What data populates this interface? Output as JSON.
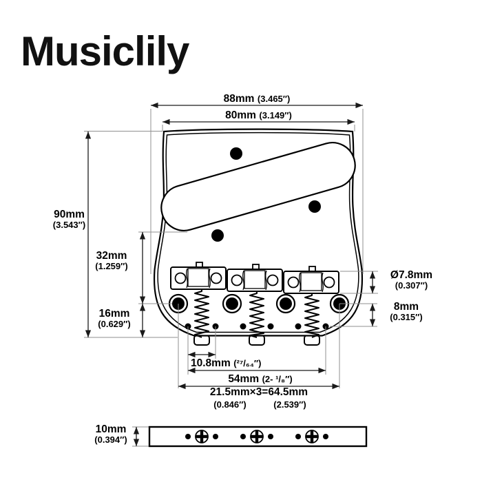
{
  "brand": "Musiclily",
  "colors": {
    "line": "#000000",
    "dimension": "#1a1a1a",
    "extension": "#8f8f8f",
    "background": "#ffffff"
  },
  "dims": {
    "w88": {
      "mm": "88mm",
      "in": "(3.465″)"
    },
    "w80": {
      "mm": "80mm",
      "in": "(3.149″)"
    },
    "h90": {
      "mm": "90mm",
      "in": "(3.543″)"
    },
    "d32": {
      "mm": "32mm",
      "in": "(1.259″)"
    },
    "d16": {
      "mm": "16mm",
      "in": "(0.629″)"
    },
    "d7_8": {
      "mm": "Ø7.8mm",
      "in": "(0.307″)"
    },
    "d8": {
      "mm": "8mm",
      "in": "(0.315″)"
    },
    "d10_8": {
      "mm": "10.8mm",
      "in": "(²⁷/₆₄″)"
    },
    "d54": {
      "mm": "54mm",
      "in": "(2- ¹/₈″)"
    },
    "d21_5": {
      "mm": "21.5mm×3=64.5mm",
      "in_left": "(0.846″)",
      "in_right": "(2.539″)"
    },
    "d10": {
      "mm": "10mm",
      "in": "(0.394″)"
    }
  }
}
